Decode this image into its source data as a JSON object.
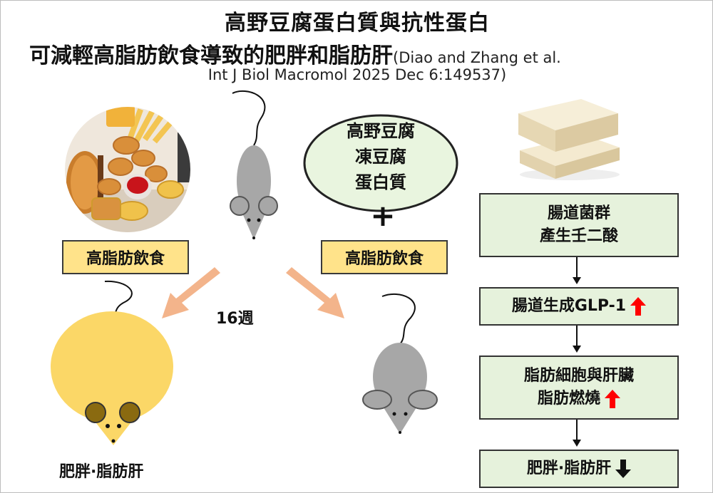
{
  "title": {
    "line1": "高野豆腐蛋白質與抗性蛋白",
    "line2": "可減輕高脂肪飲食導致的肥胖和脂肪肝",
    "citation_part1": "(Diao and Zhang et al.",
    "citation_part2": "Int J Biol Macromol 2025 Dec 6:149537)"
  },
  "left": {
    "diet_label": "高脂肪飲食",
    "duration": "16週",
    "result": "肥胖·脂肪肝"
  },
  "middle": {
    "ellipse_lines": [
      "高野豆腐",
      "凍豆腐",
      "蛋白質"
    ],
    "plus": "+",
    "diet_label": "高脂肪飲食"
  },
  "right": {
    "box1_lines": [
      "腸道菌群",
      "產生壬二酸"
    ],
    "box2": "腸道生成GLP-1",
    "box3_lines": [
      "脂肪細胞與肝臟",
      "脂肪燃燒"
    ],
    "box4": "肥胖·脂肪肝"
  },
  "colors": {
    "label_fill": "#ffe38a",
    "box_fill": "#e6f2dc",
    "ellipse_fill": "#e9f5df",
    "arrow_orange": "#f3b48b",
    "mouse_gray": "#a7a7a7",
    "mouse_fat": "#fbd767",
    "arrow_up": "#ff0000",
    "arrow_down": "#111111"
  }
}
